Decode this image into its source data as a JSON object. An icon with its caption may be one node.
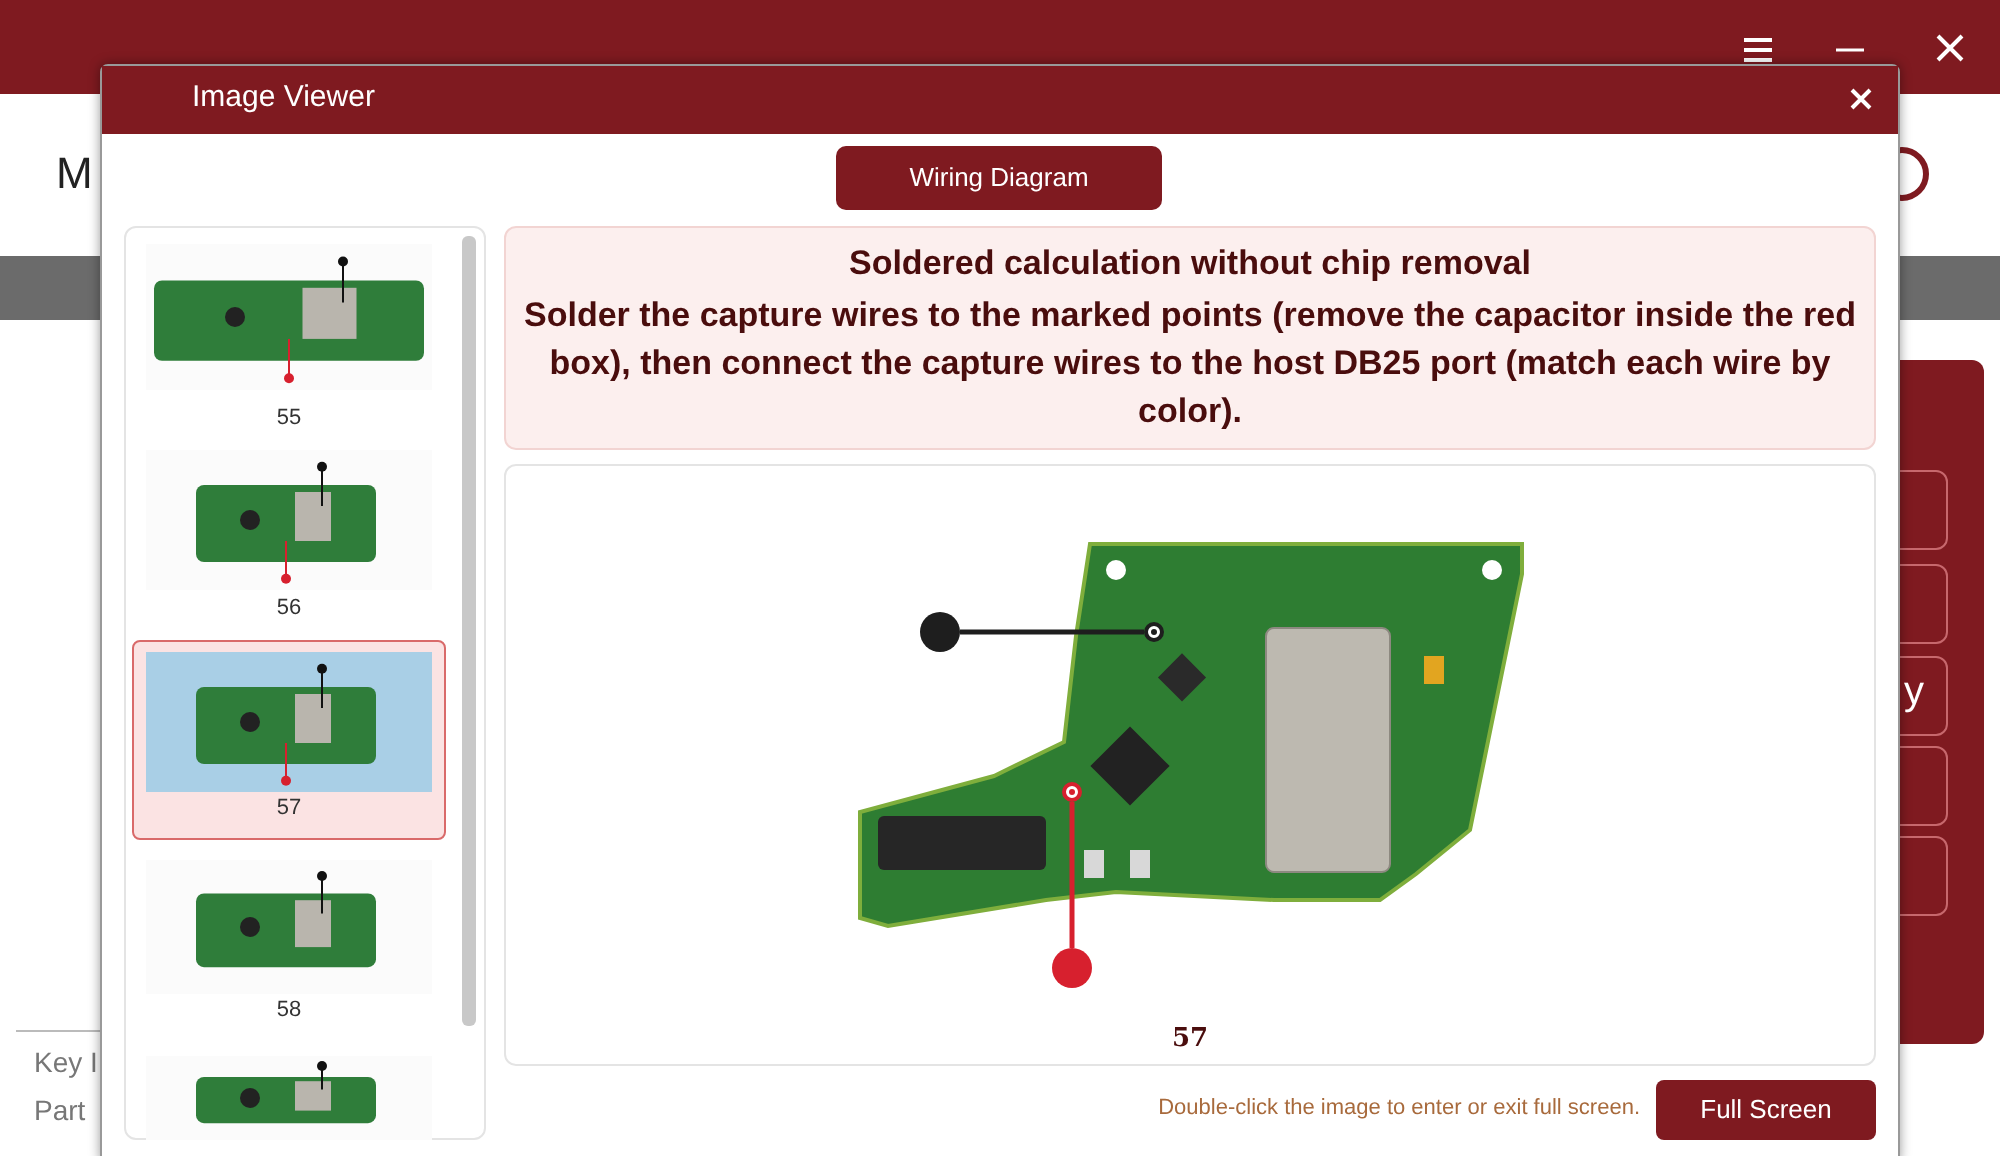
{
  "diagram": {
    "title": "Image Viewer",
    "nodes": [
      {
        "text": [],
        "shape": "circle"
      },
      {
        "text": [],
        "shape": "circle"
      },
      {
        "text": [],
        "shape": "circle"
      },
      {
        "text": [],
        "shape": "circle"
      }
    ],
    "edges": [
      {
        "from": 0,
        "to": 1,
        "arrow": "none",
        "color": "#1e1e1e"
      },
      {
        "from": 2,
        "to": 3,
        "arrow": "none",
        "color": "#d7202e"
      }
    ],
    "labels": [
      "M",
      "Wiring Diagram",
      "Soldered calculation without chip removal",
      "Solder the capture wires to the marked points (remove the capacitor inside the red box), then connect the capture wires to the host DB25 port (match each wire by color).",
      "55",
      "56",
      "57",
      "58",
      "y",
      "57",
      "Key I",
      "Part",
      "Double-click the image to enter or exit full screen.",
      "Full Screen"
    ]
  }
}
